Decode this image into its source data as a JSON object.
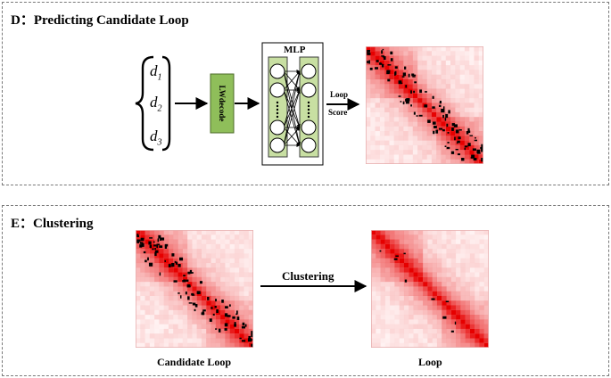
{
  "panel_d": {
    "title": "D：Predicting Candidate Loop",
    "inputs": [
      {
        "base": "d",
        "sub": "1"
      },
      {
        "base": "d",
        "sub": "2"
      },
      {
        "base": "d",
        "sub": "3"
      }
    ],
    "encoder_label": "LWdecode",
    "mlp_label": "MLP",
    "arrow_label_line1": "Loop",
    "arrow_label_line2": "Score"
  },
  "panel_e": {
    "title": "E：Clustering",
    "arrow_label": "Clustering",
    "left_caption": "Candidate Loop",
    "right_caption": "Loop"
  },
  "colors": {
    "heatmap_red": "#e60000",
    "encoder_fill": "#8fbe5a",
    "mlp_column_fill": "#c8dfa2",
    "loop_marker": "#000000"
  }
}
